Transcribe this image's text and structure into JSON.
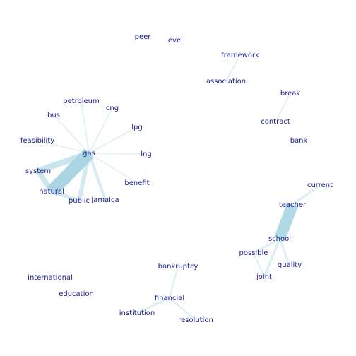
{
  "colors": {
    "background": "#ffffff",
    "node_label": "#1a1a8a",
    "edge": "#a9d6e2"
  },
  "nodes": [
    {
      "id": "peer",
      "label": "peer"
    },
    {
      "id": "level",
      "label": "level"
    },
    {
      "id": "framework",
      "label": "framework"
    },
    {
      "id": "association",
      "label": "association"
    },
    {
      "id": "break",
      "label": "break"
    },
    {
      "id": "contract",
      "label": "contract"
    },
    {
      "id": "bank",
      "label": "bank"
    },
    {
      "id": "petroleum",
      "label": "petroleum"
    },
    {
      "id": "cng",
      "label": "cng"
    },
    {
      "id": "bus",
      "label": "bus"
    },
    {
      "id": "lpg",
      "label": "lpg"
    },
    {
      "id": "feasibility",
      "label": "feasibility"
    },
    {
      "id": "gas",
      "label": "gas"
    },
    {
      "id": "lng",
      "label": "lng"
    },
    {
      "id": "system",
      "label": "system"
    },
    {
      "id": "benefit",
      "label": "benefit"
    },
    {
      "id": "natural",
      "label": "natural"
    },
    {
      "id": "public",
      "label": "public"
    },
    {
      "id": "jamaica",
      "label": "jamaica"
    },
    {
      "id": "current",
      "label": "current"
    },
    {
      "id": "teacher",
      "label": "teacher"
    },
    {
      "id": "school",
      "label": "school"
    },
    {
      "id": "possible",
      "label": "possible"
    },
    {
      "id": "quality",
      "label": "quality"
    },
    {
      "id": "joint",
      "label": "joint"
    },
    {
      "id": "bankruptcy",
      "label": "bankruptcy"
    },
    {
      "id": "international",
      "label": "international"
    },
    {
      "id": "education",
      "label": "education"
    },
    {
      "id": "financial",
      "label": "financial"
    },
    {
      "id": "institution",
      "label": "institution"
    },
    {
      "id": "resolution",
      "label": "resolution"
    }
  ],
  "edges": [
    {
      "source": "gas",
      "target": "natural",
      "weight": 1.0
    },
    {
      "source": "gas",
      "target": "system",
      "weight": 0.45
    },
    {
      "source": "natural",
      "target": "system",
      "weight": 0.4
    },
    {
      "source": "gas",
      "target": "public",
      "weight": 0.3
    },
    {
      "source": "natural",
      "target": "public",
      "weight": 0.25
    },
    {
      "source": "gas",
      "target": "jamaica",
      "weight": 0.2
    },
    {
      "source": "gas",
      "target": "petroleum",
      "weight": 0.05
    },
    {
      "source": "gas",
      "target": "cng",
      "weight": 0.05
    },
    {
      "source": "gas",
      "target": "bus",
      "weight": 0.05
    },
    {
      "source": "gas",
      "target": "lpg",
      "weight": 0.05
    },
    {
      "source": "gas",
      "target": "feasibility",
      "weight": 0.05
    },
    {
      "source": "gas",
      "target": "lng",
      "weight": 0.05
    },
    {
      "source": "gas",
      "target": "benefit",
      "weight": 0.05
    },
    {
      "source": "teacher",
      "target": "school",
      "weight": 0.9
    },
    {
      "source": "teacher",
      "target": "current",
      "weight": 0.12
    },
    {
      "source": "school",
      "target": "possible",
      "weight": 0.12
    },
    {
      "source": "school",
      "target": "quality",
      "weight": 0.12
    },
    {
      "source": "school",
      "target": "joint",
      "weight": 0.15
    },
    {
      "source": "possible",
      "target": "joint",
      "weight": 0.08
    },
    {
      "source": "financial",
      "target": "institution",
      "weight": 0.12
    },
    {
      "source": "financial",
      "target": "bankruptcy",
      "weight": 0.08
    },
    {
      "source": "financial",
      "target": "resolution",
      "weight": 0.08
    },
    {
      "source": "association",
      "target": "framework",
      "weight": 0.06
    },
    {
      "source": "contract",
      "target": "break",
      "weight": 0.06
    }
  ]
}
